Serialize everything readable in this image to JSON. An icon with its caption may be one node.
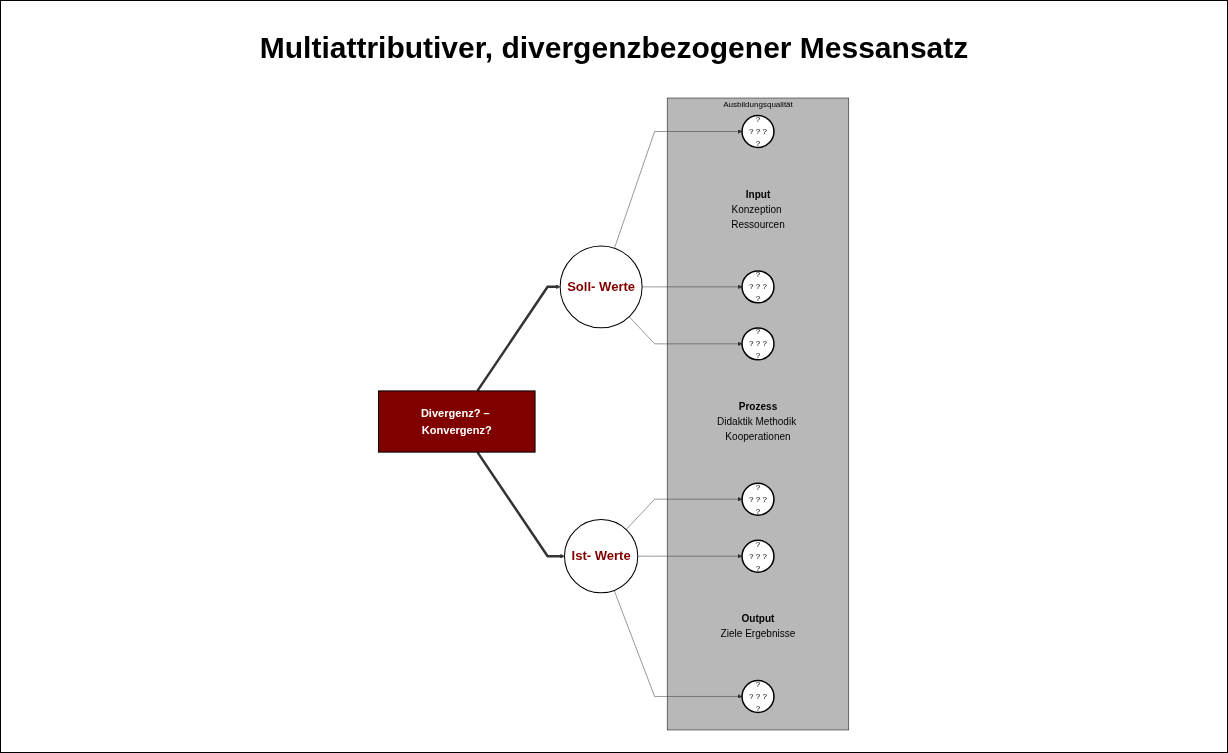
{
  "diagram": {
    "title": "Multiattributiver, divergenzbezogener Messansatz",
    "nodes": [
      {
        "text": [
          "Soll- Werte"
        ]
      },
      {
        "text": [
          "Ausbildungsqualität"
        ]
      },
      {
        "text": [
          "?",
          "? ? ?",
          "?"
        ],
        "in": 1
      },
      {
        "text": [
          "Input",
          "Konzeption Ressourcen"
        ],
        "in": 1
      },
      {
        "text": [
          "?",
          "? ? ?",
          "?"
        ],
        "in": 1
      },
      {
        "text": [
          "?",
          "? ? ?",
          "?"
        ],
        "in": 1
      },
      {
        "text": [
          "Prozess",
          "Didaktik Methodik Kooperationen"
        ],
        "in": 1
      },
      {
        "text": [
          "?",
          "? ? ?",
          "?"
        ],
        "in": 1
      },
      {
        "text": [
          "?",
          "? ? ?",
          "?"
        ],
        "in": 1
      },
      {
        "text": [
          "Output",
          "Ziele Ergebnisse"
        ],
        "in": 1
      },
      {
        "text": [
          "?",
          "? ? ?",
          "?"
        ],
        "in": 1
      },
      {
        "text": [
          "Ist- Werte"
        ]
      },
      {
        "text": [
          "Divergenz? – Konvergenz?"
        ]
      }
    ],
    "edges": [
      {
        "from": 0,
        "to": 2,
        "arrow": "to"
      },
      {
        "from": 0,
        "to": 5,
        "arrow": "to"
      },
      {
        "from": 0,
        "to": 8,
        "arrow": "to"
      },
      {
        "from": 11,
        "to": 4,
        "arrow": "to"
      },
      {
        "from": 11,
        "to": 7,
        "arrow": "to"
      },
      {
        "from": 11,
        "to": 10,
        "arrow": "to"
      },
      {
        "from": 12,
        "to": 0,
        "arrow": "to",
        "style": "thick"
      },
      {
        "from": 12,
        "to": 11,
        "arrow": "to",
        "style": "thick"
      }
    ]
  }
}
